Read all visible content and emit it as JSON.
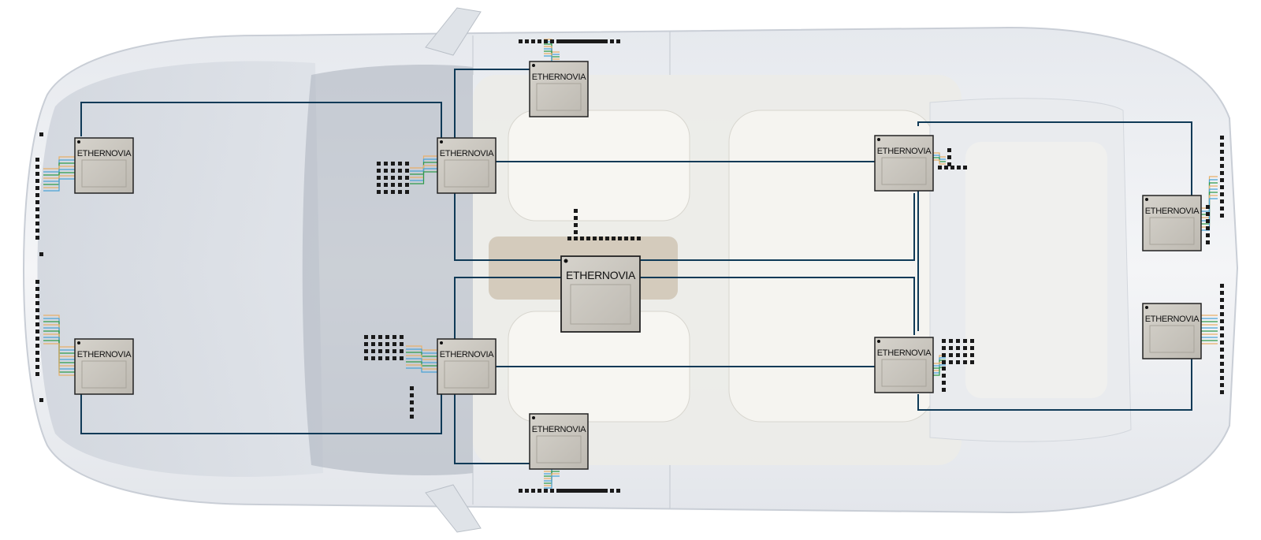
{
  "brand": {
    "chip_label": "ETHERNOVIA",
    "colors": {
      "trunk": "#0f3a57",
      "chip_fill": "#c9c6bf",
      "chip_border": "#222222",
      "wire_orange": "#e8b06a",
      "wire_blue": "#4aa3d6",
      "wire_green": "#2f9a4a",
      "terminal": "#1a1a1a"
    }
  },
  "diagram": {
    "subject": "top-view-car-network-topology",
    "chips": [
      {
        "id": "front-left-upper",
        "role": "zone-controller"
      },
      {
        "id": "front-left-lower",
        "role": "zone-controller"
      },
      {
        "id": "dash-left-upper",
        "role": "zone-controller"
      },
      {
        "id": "dash-left-lower",
        "role": "zone-controller"
      },
      {
        "id": "mirror-top",
        "role": "zone-controller"
      },
      {
        "id": "mirror-bottom",
        "role": "zone-controller"
      },
      {
        "id": "central",
        "role": "central-switch"
      },
      {
        "id": "rear-seat-upper",
        "role": "zone-controller"
      },
      {
        "id": "rear-seat-lower",
        "role": "zone-controller"
      },
      {
        "id": "trunk-upper",
        "role": "zone-controller"
      },
      {
        "id": "trunk-lower",
        "role": "zone-controller"
      }
    ]
  }
}
